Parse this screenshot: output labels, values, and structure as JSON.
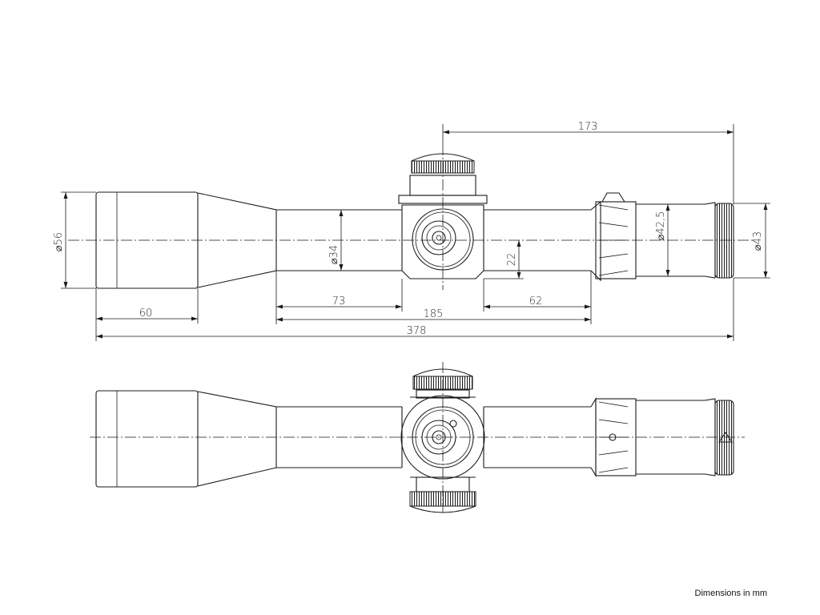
{
  "figure": {
    "note": "Dimensions in mm",
    "dimensions": {
      "overall_length": "378",
      "eyepiece_to_turret": "173",
      "body_length": "185",
      "objective_length": "60",
      "tube_to_turret": "73",
      "turret_to_eyepiece": "62",
      "objective_diameter": "⌀56",
      "tube_diameter": "⌀34",
      "turret_offset": "22",
      "zoom_ring_diameter": "⌀42,5",
      "eyepiece_diameter": "⌀43"
    }
  }
}
